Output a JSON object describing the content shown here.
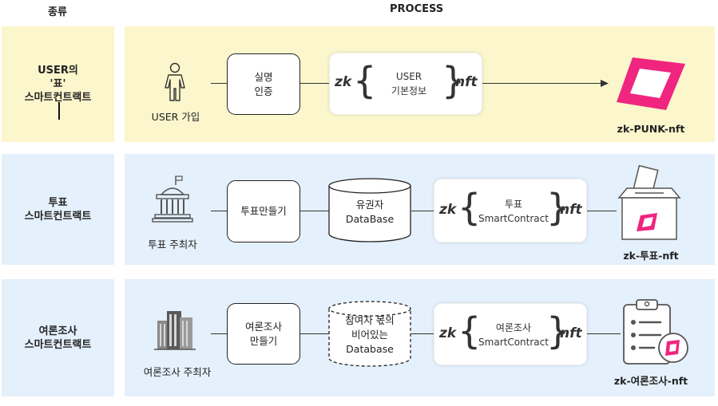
{
  "header": {
    "type_label": "종류",
    "process_label": "PROCESS"
  },
  "colors": {
    "row1_bg": "#fbf6cc",
    "row_blue_bg": "#e4f0fb",
    "accent_pink": "#f0257f"
  },
  "rows": [
    {
      "label_lines": [
        "USER의",
        "'표'",
        "스마트컨트랙트"
      ],
      "actor_icon": "person-icon",
      "actor_caption": "USER 가입",
      "step_lines": [
        "실명",
        "인증"
      ],
      "zk_prefix": "zk",
      "zk_inner_lines": [
        "USER",
        "기본정보"
      ],
      "zk_suffix": "nft",
      "nft_icon": "punk-frame-icon",
      "nft_caption": "zk-PUNK-nft"
    },
    {
      "label_lines": [
        "투표",
        "스마트컨트랙트"
      ],
      "actor_icon": "government-building-icon",
      "actor_caption": "투표 주최자",
      "step_label": "투표만들기",
      "db_lines": [
        "유권자",
        "DataBase"
      ],
      "zk_prefix": "zk",
      "zk_inner_lines": [
        "투표",
        "SmartContract"
      ],
      "zk_suffix": "nft",
      "nft_icon": "ballot-box-icon",
      "nft_caption": "zk-투표-nft"
    },
    {
      "label_lines": [
        "여론조사",
        "스마트컨트랙트"
      ],
      "actor_icon": "office-buildings-icon",
      "actor_caption": "여론조사 주최자",
      "step_lines": [
        "여론조사",
        "만들기"
      ],
      "db_lines": [
        "참여자 몫의",
        "비어있는",
        "Database"
      ],
      "zk_prefix": "zk",
      "zk_inner_lines": [
        "여론조사",
        "SmartContract"
      ],
      "zk_suffix": "nft",
      "nft_icon": "clipboard-checklist-icon",
      "nft_caption": "zk-여론조사-nft"
    }
  ]
}
